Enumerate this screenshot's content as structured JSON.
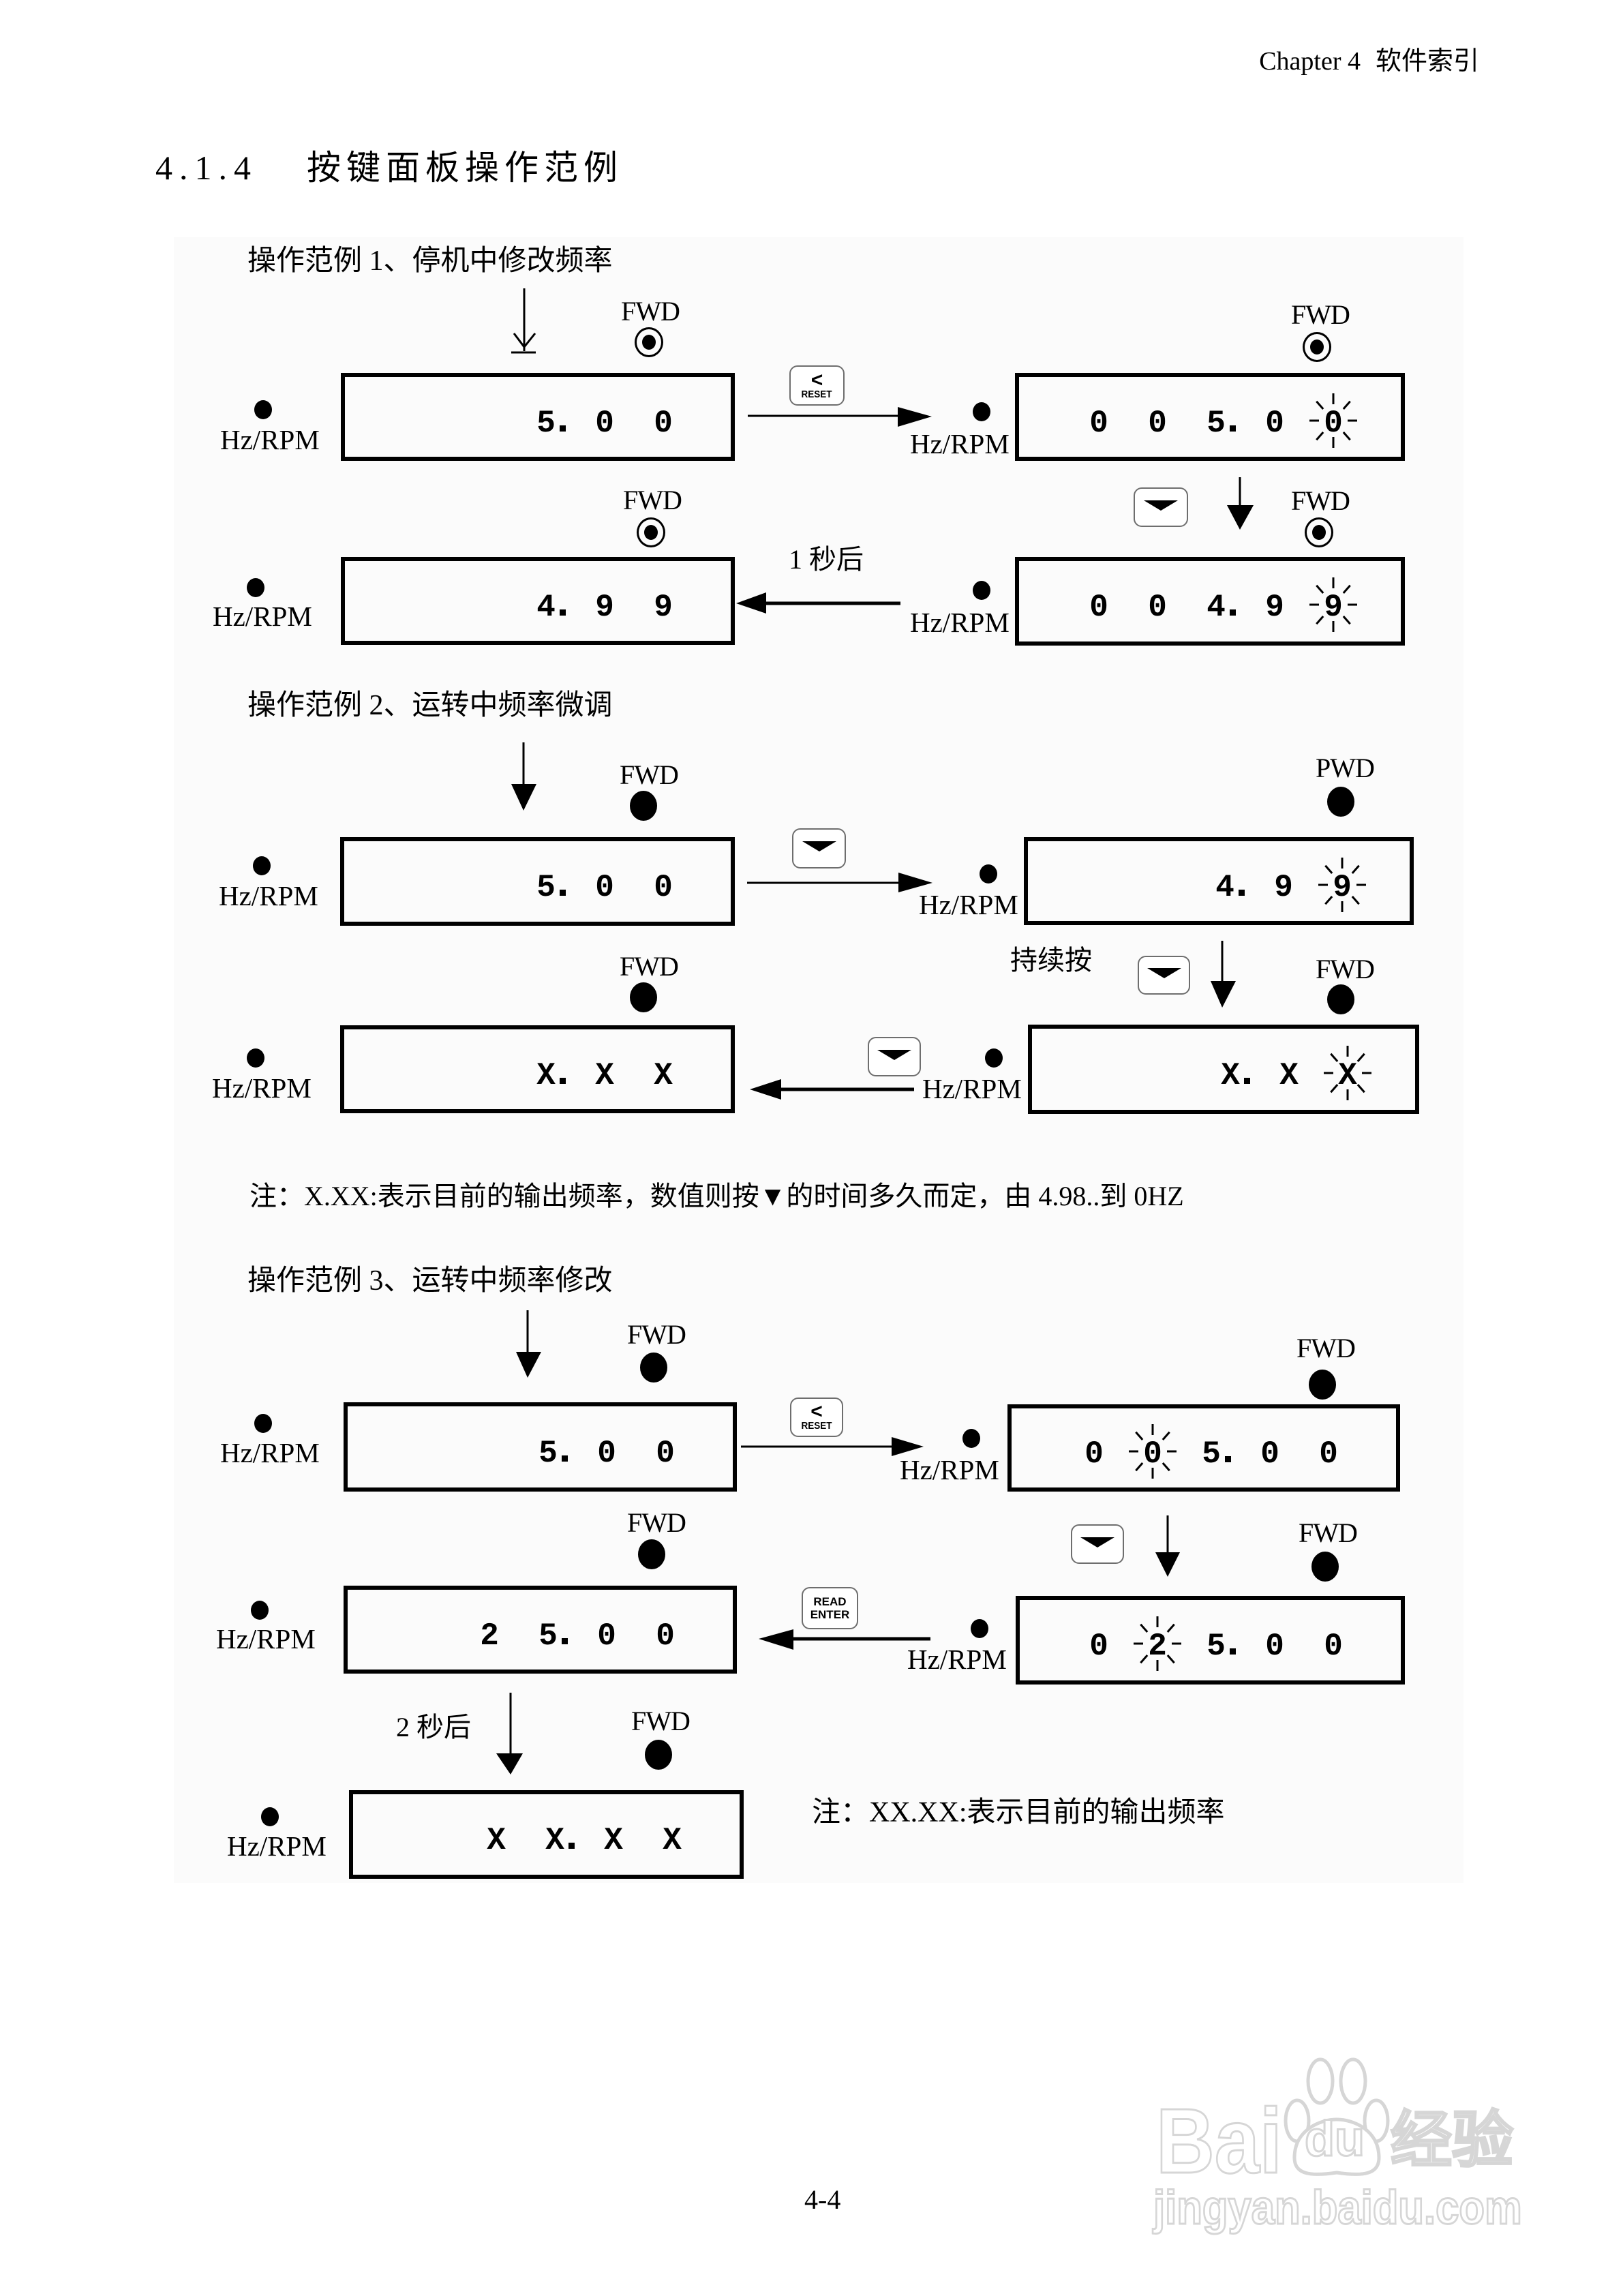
{
  "header": {
    "chapter": "Chapter 4",
    "chapter_title": "软件索引"
  },
  "section": {
    "number": "4.1.4",
    "title": "按键面板操作范例"
  },
  "examples": [
    {
      "title": "操作范例 1、停机中修改频率",
      "displays": [
        {
          "unit_label": "Hz/RPM",
          "direction_label": "FWD",
          "direction_indicator": "ring-dot-icon",
          "digits": [
            {
              "c": "5",
              "dot": true
            },
            {
              "c": "0"
            },
            {
              "c": "0"
            }
          ]
        },
        {
          "unit_label": "Hz/RPM",
          "direction_label": "FWD",
          "direction_indicator": "ring-dot-icon",
          "digits": [
            {
              "c": "0"
            },
            {
              "c": "0"
            },
            {
              "c": "5",
              "dot": true
            },
            {
              "c": "0"
            },
            {
              "c": "0",
              "blink": true
            }
          ]
        },
        {
          "unit_label": "Hz/RPM",
          "direction_label": "FWD",
          "direction_indicator": "ring-dot-icon",
          "digits": [
            {
              "c": "4",
              "dot": true
            },
            {
              "c": "9"
            },
            {
              "c": "9"
            }
          ]
        },
        {
          "unit_label": "Hz/RPM",
          "direction_label": "FWD",
          "direction_indicator": "ring-dot-icon",
          "digits": [
            {
              "c": "0"
            },
            {
              "c": "0"
            },
            {
              "c": "4",
              "dot": true
            },
            {
              "c": "9"
            },
            {
              "c": "9",
              "blink": true
            }
          ]
        }
      ],
      "keys": [
        {
          "glyph": "<",
          "label": "RESET"
        },
        {
          "icon": "down-triangle-icon"
        }
      ],
      "captions": [
        "1 秒后"
      ]
    },
    {
      "title": "操作范例 2、运转中频率微调",
      "displays": [
        {
          "unit_label": "Hz/RPM",
          "direction_label": "FWD",
          "direction_indicator": "filled-circle-icon",
          "digits": [
            {
              "c": "5",
              "dot": true
            },
            {
              "c": "0"
            },
            {
              "c": "0"
            }
          ]
        },
        {
          "unit_label": "Hz/RPM",
          "direction_label": "PWD",
          "direction_indicator": "filled-circle-icon",
          "digits": [
            {
              "c": "4",
              "dot": true
            },
            {
              "c": "9"
            },
            {
              "c": "9",
              "blink": true
            }
          ]
        },
        {
          "unit_label": "Hz/RPM",
          "direction_label": "FWD",
          "direction_indicator": "filled-circle-icon",
          "digits": [
            {
              "c": "X",
              "dot": true
            },
            {
              "c": "X"
            },
            {
              "c": "X"
            }
          ]
        },
        {
          "unit_label": "Hz/RPM",
          "direction_label": "FWD",
          "direction_indicator": "filled-circle-icon",
          "digits": [
            {
              "c": "X",
              "dot": true
            },
            {
              "c": "X"
            },
            {
              "c": "X",
              "blink": true
            }
          ]
        }
      ],
      "keys": [
        {
          "icon": "down-triangle-icon"
        },
        {
          "icon": "down-triangle-icon"
        },
        {
          "icon": "down-triangle-icon"
        }
      ],
      "captions": [
        "持续按"
      ],
      "note": "注：X.XX:表示目前的输出频率，数值则按▼的时间多久而定，由 4.98..到 0HZ"
    },
    {
      "title": "操作范例 3、运转中频率修改",
      "displays": [
        {
          "unit_label": "Hz/RPM",
          "direction_label": "FWD",
          "direction_indicator": "filled-circle-icon",
          "digits": [
            {
              "c": "5",
              "dot": true
            },
            {
              "c": "0"
            },
            {
              "c": "0"
            }
          ]
        },
        {
          "unit_label": "Hz/RPM",
          "direction_label": "FWD",
          "direction_indicator": "filled-circle-icon",
          "digits": [
            {
              "c": "0"
            },
            {
              "c": "0",
              "blink": true
            },
            {
              "c": "5",
              "dot": true
            },
            {
              "c": "0"
            },
            {
              "c": "0"
            }
          ]
        },
        {
          "unit_label": "Hz/RPM",
          "direction_label": "FWD",
          "direction_indicator": "filled-circle-icon",
          "digits": [
            {
              "c": "2"
            },
            {
              "c": "5",
              "dot": true
            },
            {
              "c": "0"
            },
            {
              "c": "0"
            }
          ]
        },
        {
          "unit_label": "Hz/RPM",
          "direction_label": "FWD",
          "direction_indicator": "filled-circle-icon",
          "digits": [
            {
              "c": "0"
            },
            {
              "c": "2",
              "blink": true
            },
            {
              "c": "5",
              "dot": true
            },
            {
              "c": "0"
            },
            {
              "c": "0"
            }
          ]
        },
        {
          "unit_label": "Hz/RPM",
          "direction_label": "FWD",
          "direction_indicator": "filled-circle-icon",
          "digits": [
            {
              "c": "X"
            },
            {
              "c": "X",
              "dot": true
            },
            {
              "c": "X"
            },
            {
              "c": "X"
            }
          ]
        }
      ],
      "keys": [
        {
          "glyph": "<",
          "label": "RESET"
        },
        {
          "icon": "down-triangle-icon"
        },
        {
          "label_lines": [
            "READ",
            "ENTER"
          ]
        }
      ],
      "captions": [
        "2 秒后"
      ],
      "note": "注：XX.XX:表示目前的输出频率"
    }
  ],
  "footer": {
    "page_number": "4-4"
  },
  "watermark": {
    "logo_left": "Bai",
    "logo_paw": "du",
    "logo_right": "经验",
    "url": "jingyan.baidu.com"
  },
  "colors": {
    "ink": "#000000",
    "key_border": "#6e6e6e",
    "figure_bg": "#fbfbfb",
    "watermark_outline": "#d6d6d6"
  }
}
